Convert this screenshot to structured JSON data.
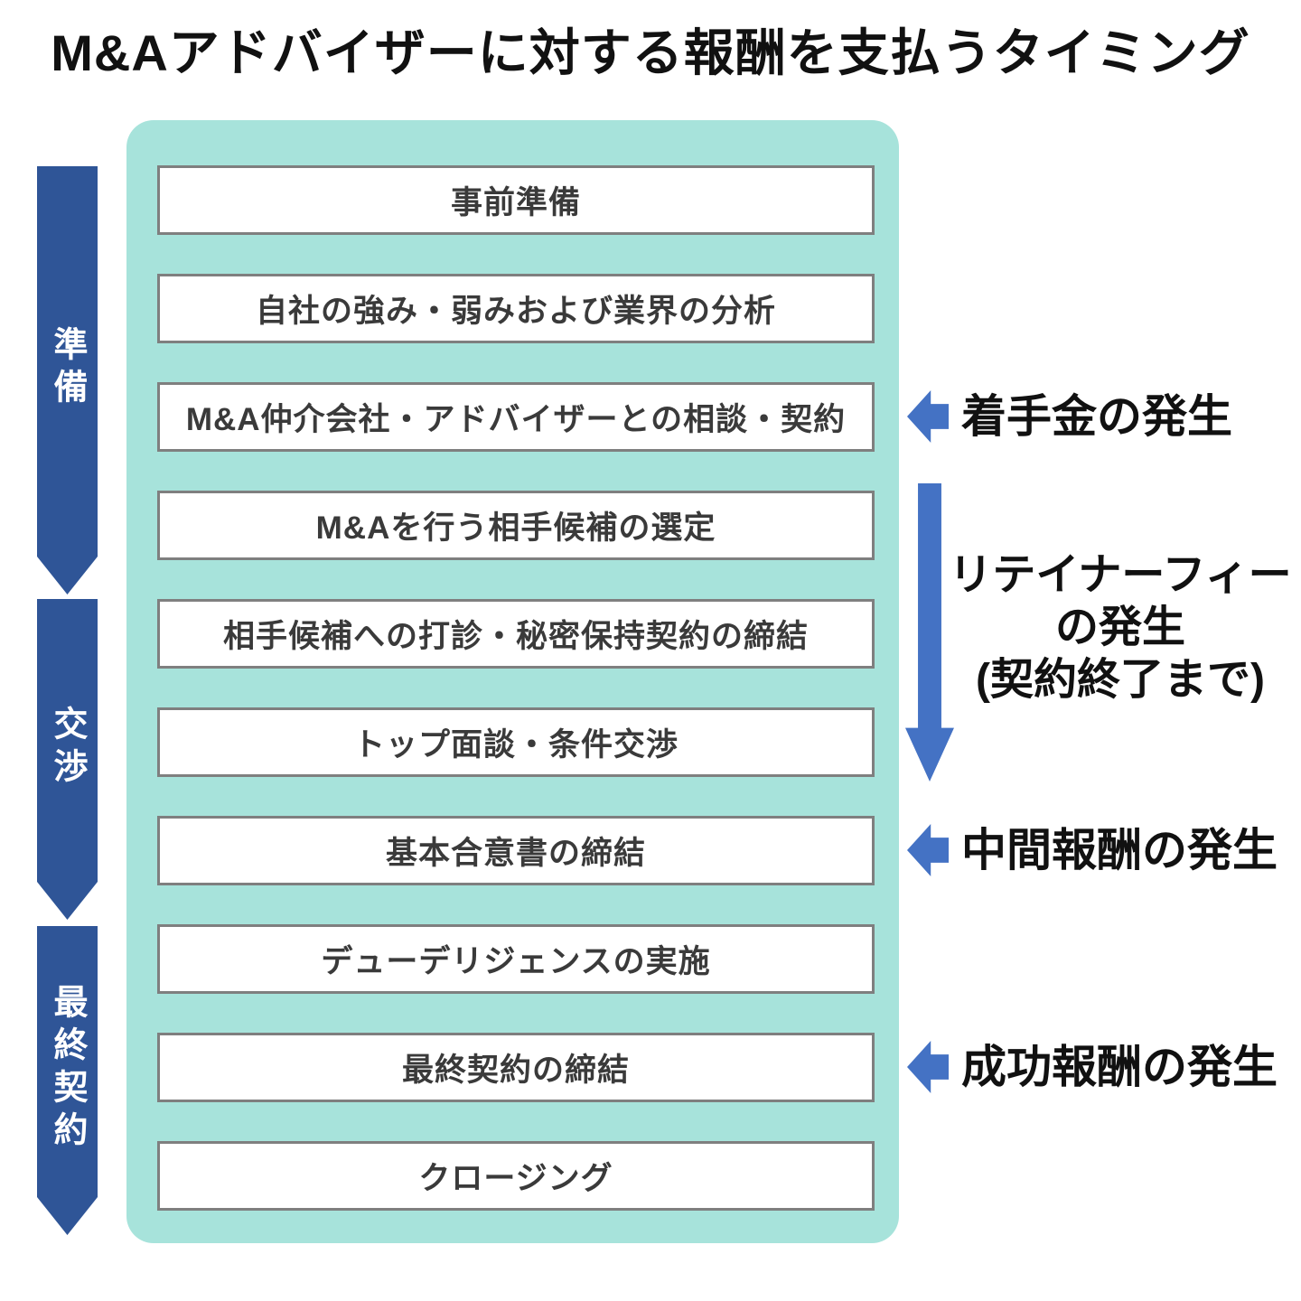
{
  "page": {
    "title": "M&Aアドバイザーに対する報酬を支払うタイミング"
  },
  "colors": {
    "panel_bg": "#A7E3DB",
    "stage_arrow": "#2F5597",
    "fee_arrow": "#4472C4",
    "box_border": "#7F7F7F",
    "box_text": "#3A3A3A",
    "label_text": "#111111"
  },
  "stages": [
    {
      "label": "準備"
    },
    {
      "label": "交渉"
    },
    {
      "label": "最終契約"
    }
  ],
  "process": {
    "steps": [
      "事前準備",
      "自社の強み・弱みおよび業界の分析",
      "M&A仲介会社・アドバイザーとの相談・契約",
      "M&Aを行う相手候補の選定",
      "相手候補への打診・秘密保持契約の締結",
      "トップ面談・条件交渉",
      "基本合意書の締結",
      "デューデリジェンスの実施",
      "最終契約の締結",
      "クロージング"
    ]
  },
  "fees": [
    {
      "label": "着手金の発生"
    },
    {
      "lines": [
        "リテイナーフィー",
        "の発生",
        "(契約終了まで)"
      ]
    },
    {
      "label": "中間報酬の発生"
    },
    {
      "label": "成功報酬の発生"
    }
  ]
}
